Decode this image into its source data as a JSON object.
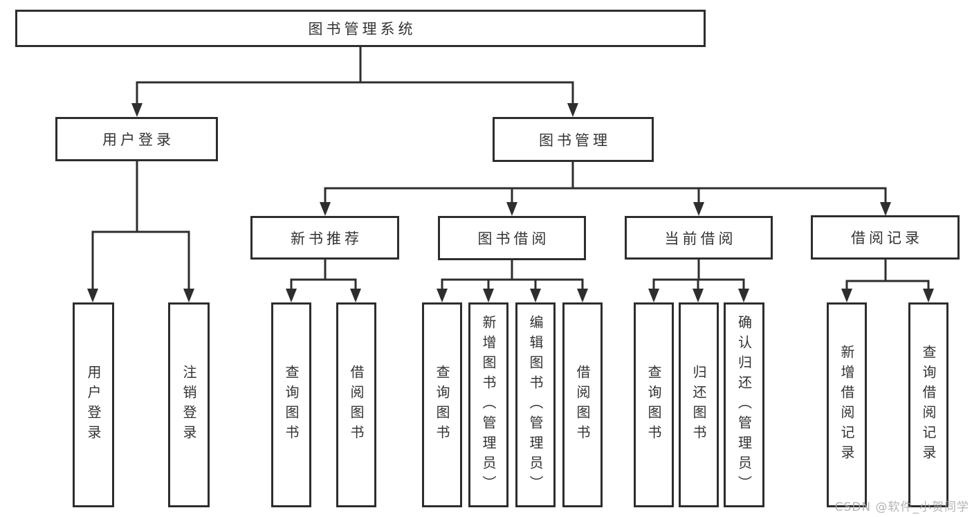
{
  "colors": {
    "line": "#2e2e2e",
    "box_border": "#2d2d2d",
    "text": "#333333",
    "watermark": "#a8a8a8",
    "background": "#ffffff"
  },
  "watermark": "CSDN @软件_小贺同学",
  "tree": {
    "root": "图书管理系统",
    "user_login": {
      "label": "用户登录",
      "children": {
        "login": "用户登录",
        "logout": "注销登录"
      }
    },
    "book_management": {
      "label": "图书管理",
      "new_book_recommend": {
        "label": "新书推荐",
        "children": {
          "query_books": "查询图书",
          "borrow_books": "借阅图书"
        }
      },
      "book_borrow": {
        "label": "图书借阅",
        "children": {
          "query_books": "查询图书",
          "add_books": "新增图书（管理员）",
          "edit_books": "编辑图书（管理员）",
          "borrow_books": "借阅图书"
        }
      },
      "current_borrow": {
        "label": "当前借阅",
        "children": {
          "query_books": "查询图书",
          "return_books": "归还图书",
          "confirm_return": "确认归还（管理员）"
        }
      },
      "borrow_record": {
        "label": "借阅记录",
        "children": {
          "add_record": "新增借阅记录",
          "query_record": "查询借阅记录"
        }
      }
    }
  }
}
